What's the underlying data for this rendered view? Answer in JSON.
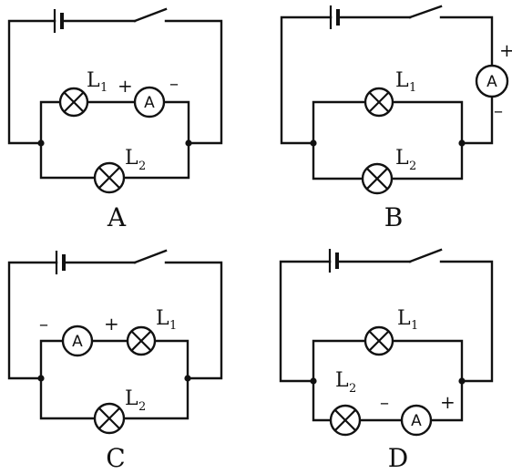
{
  "circuits": [
    {
      "id": "A",
      "caption": "A",
      "lamp_top": {
        "letter": "L",
        "index": "1"
      },
      "lamp_bottom": {
        "letter": "L",
        "index": "2"
      },
      "meter": {
        "letter": "A",
        "plus": "+",
        "minus": "–"
      }
    },
    {
      "id": "B",
      "caption": "B",
      "lamp_top": {
        "letter": "L",
        "index": "1"
      },
      "lamp_bottom": {
        "letter": "L",
        "index": "2"
      },
      "meter": {
        "letter": "A",
        "plus": "+",
        "minus": "–"
      }
    },
    {
      "id": "C",
      "caption": "C",
      "lamp_top": {
        "letter": "L",
        "index": "1"
      },
      "lamp_bottom": {
        "letter": "L",
        "index": "2"
      },
      "meter": {
        "letter": "A",
        "plus": "+",
        "minus": "–"
      }
    },
    {
      "id": "D",
      "caption": "D",
      "lamp_top": {
        "letter": "L",
        "index": "1"
      },
      "lamp_bottom": {
        "letter": "L",
        "index": "2"
      },
      "meter": {
        "letter": "A",
        "plus": "+",
        "minus": "–"
      }
    }
  ]
}
